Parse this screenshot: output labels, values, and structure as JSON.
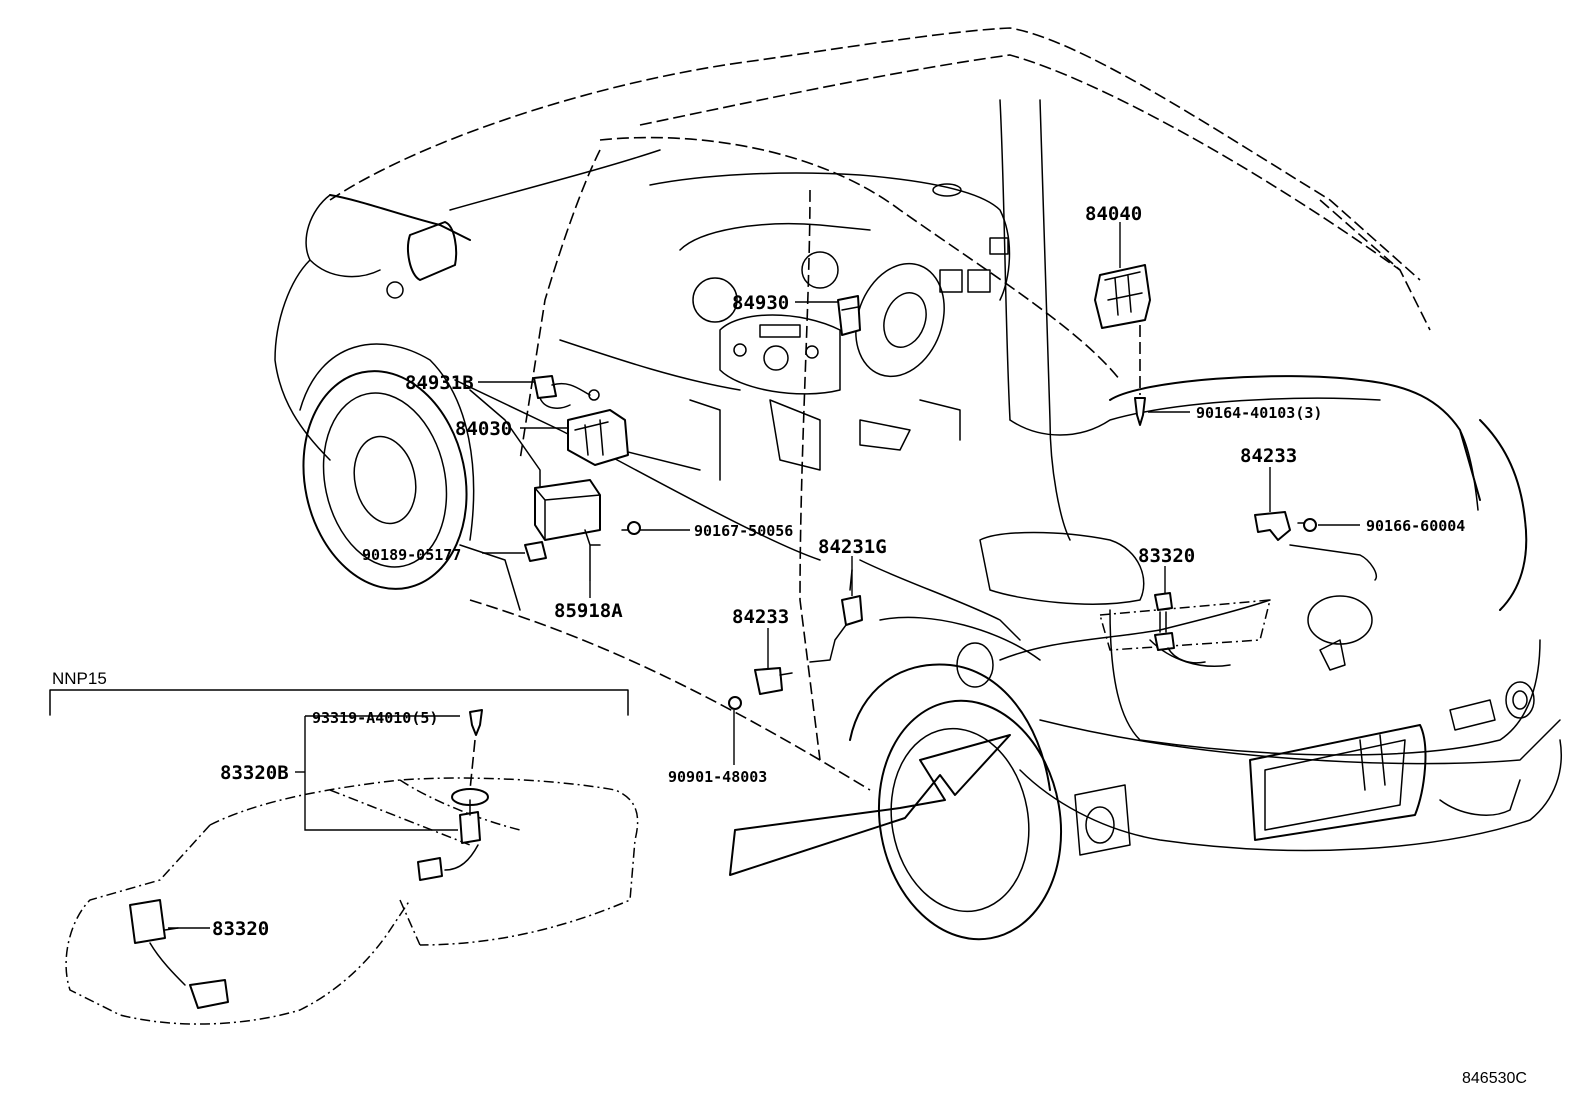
{
  "labels": {
    "p84040": "84040",
    "p84930": "84930",
    "p84931b": "84931B",
    "p84030": "84030",
    "p90164": "90164-40103(3)",
    "p84233_rear": "84233",
    "p90166": "90166-60004",
    "p90167": "90167-50056",
    "p84231g": "84231G",
    "p83320_rear": "83320",
    "p90189": "90189-05177",
    "p85918a": "85918A",
    "p84233_door": "84233",
    "p90901": "90901-48003",
    "p93319": "93319-A4010(5)",
    "p83320b": "83320B",
    "p83320_tank": "83320"
  },
  "group_label": "NNP15",
  "figure_code": "846530C"
}
